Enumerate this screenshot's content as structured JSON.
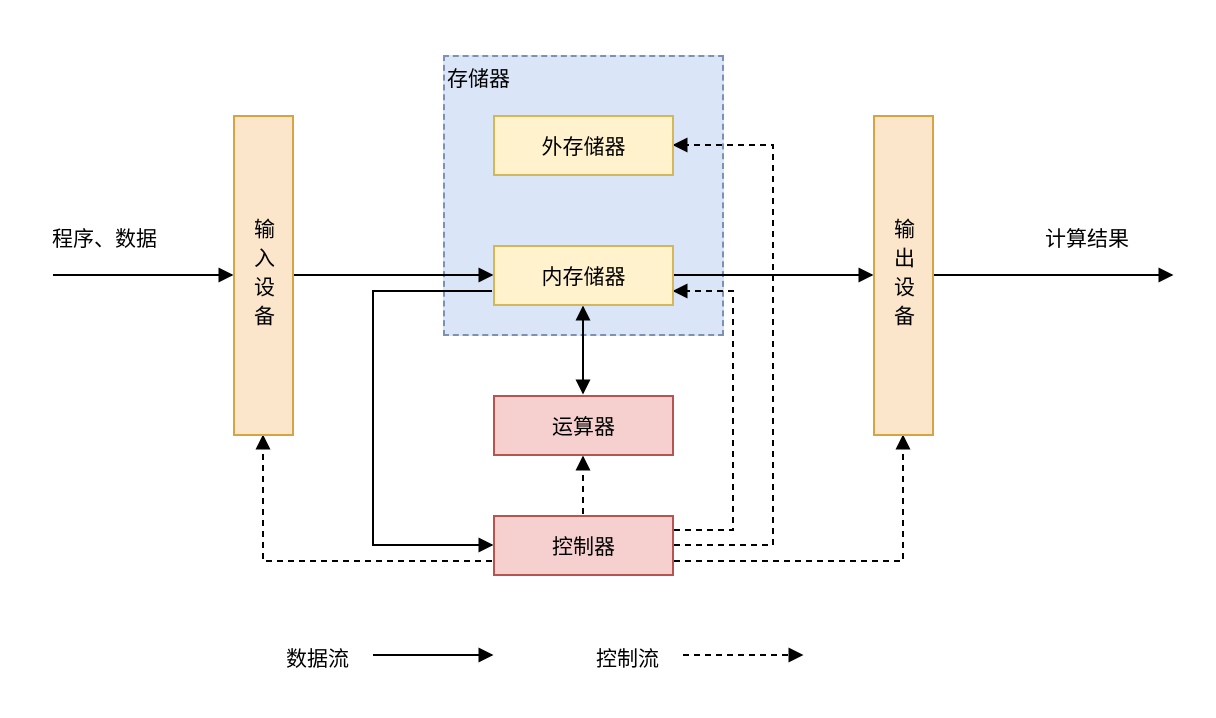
{
  "group": {
    "title": "存储器"
  },
  "nodes": {
    "input": "输入设备",
    "output": "输出设备",
    "external_memory": "外存储器",
    "internal_memory": "内存储器",
    "alu": "运算器",
    "controller": "控制器"
  },
  "labels": {
    "program_data": "程序、数据",
    "result": "计算结果"
  },
  "legend": {
    "data_flow": "数据流",
    "control_flow": "控制流"
  }
}
